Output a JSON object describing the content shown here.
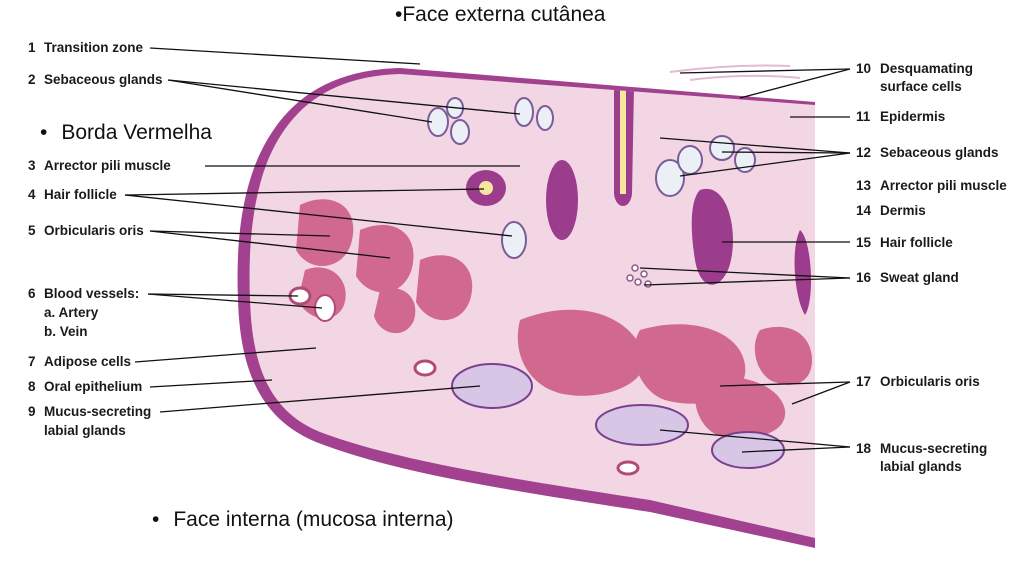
{
  "captions": {
    "top": "Face externa cutânea",
    "top_bullet": "•",
    "left": "Borda Vermelha",
    "left_bullet": "•",
    "bottom": "Face interna (mucosa interna)",
    "bottom_bullet": "•"
  },
  "left_labels": [
    {
      "num": "1",
      "text": "Transition zone"
    },
    {
      "num": "2",
      "text": "Sebaceous glands"
    },
    {
      "num": "3",
      "text": "Arrector pili muscle"
    },
    {
      "num": "4",
      "text": "Hair follicle"
    },
    {
      "num": "5",
      "text": "Orbicularis oris"
    },
    {
      "num": "6",
      "text": "Blood vessels:",
      "sub": [
        "a. Artery",
        "b. Vein"
      ]
    },
    {
      "num": "7",
      "text": "Adipose cells"
    },
    {
      "num": "8",
      "text": "Oral epithelium"
    },
    {
      "num": "9",
      "text": "Mucus-secreting",
      "line2": "labial glands"
    }
  ],
  "right_labels": [
    {
      "num": "10",
      "text": "Desquamating",
      "line2": "surface cells"
    },
    {
      "num": "11",
      "text": "Epidermis"
    },
    {
      "num": "12",
      "text": "Sebaceous glands"
    },
    {
      "num": "13",
      "text": "Arrector pili muscle"
    },
    {
      "num": "14",
      "text": "Dermis"
    },
    {
      "num": "15",
      "text": "Hair follicle"
    },
    {
      "num": "16",
      "text": "Sweat gland"
    },
    {
      "num": "17",
      "text": "Orbicularis oris"
    },
    {
      "num": "18",
      "text": "Mucus-secreting",
      "line2": "labial glands"
    }
  ],
  "colors": {
    "epithelium": "#9c3c8c",
    "dermis": "#f2d6e4",
    "muscle": "#cf5f86",
    "gland": "#d7c6e6",
    "leader": "#111111"
  }
}
